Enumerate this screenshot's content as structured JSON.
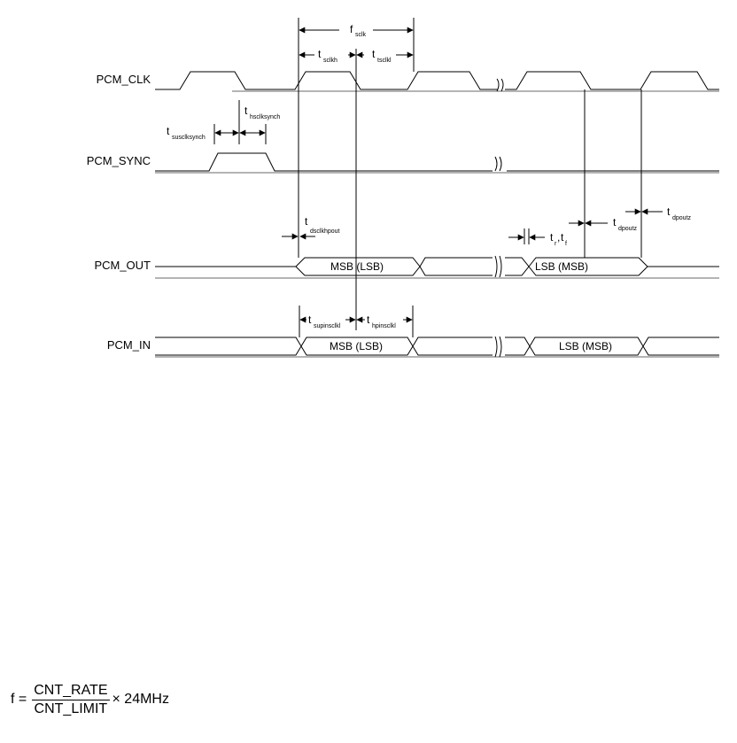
{
  "signals": {
    "clk": "PCM_CLK",
    "sync": "PCM_SYNC",
    "out": "PCM_OUT",
    "in": "PCM_IN"
  },
  "bus_labels": {
    "out_first": "MSB (LSB)",
    "out_last": "LSB (MSB)",
    "in_first": "MSB (LSB)",
    "in_last": "LSB (MSB)"
  },
  "timing": {
    "fsclk": {
      "main": "f",
      "sub": "sclk"
    },
    "tsclkh": {
      "main": "t",
      "sub": "sclkh"
    },
    "tsclkl": {
      "main": "t",
      "sub": "tsclkl"
    },
    "thsclksynch": {
      "main": "t",
      "sub": "hsclksynch"
    },
    "tsusclksynch": {
      "main": "t",
      "sub": "susclksynch"
    },
    "tdsclkhpout": {
      "main": "t",
      "sub": "dsclkhpout"
    },
    "trtf": {
      "t1": "t",
      "s1": "r",
      "comma": ",",
      "t2": "t",
      "s2": "f"
    },
    "tdpoutz1": {
      "main": "t",
      "sub": "dpoutz"
    },
    "tdpoutz2": {
      "main": "t",
      "sub": "dpoutz"
    },
    "tsupinsclkl": {
      "main": "t",
      "sub": "supinsclkl"
    },
    "thpinsclkl": {
      "main": "t",
      "sub": "hpinsclkl"
    }
  },
  "formula": {
    "lhs": "f =",
    "numerator": "CNT_RATE",
    "denominator": "CNT_LIMIT",
    "rhs": "× 24MHz"
  }
}
